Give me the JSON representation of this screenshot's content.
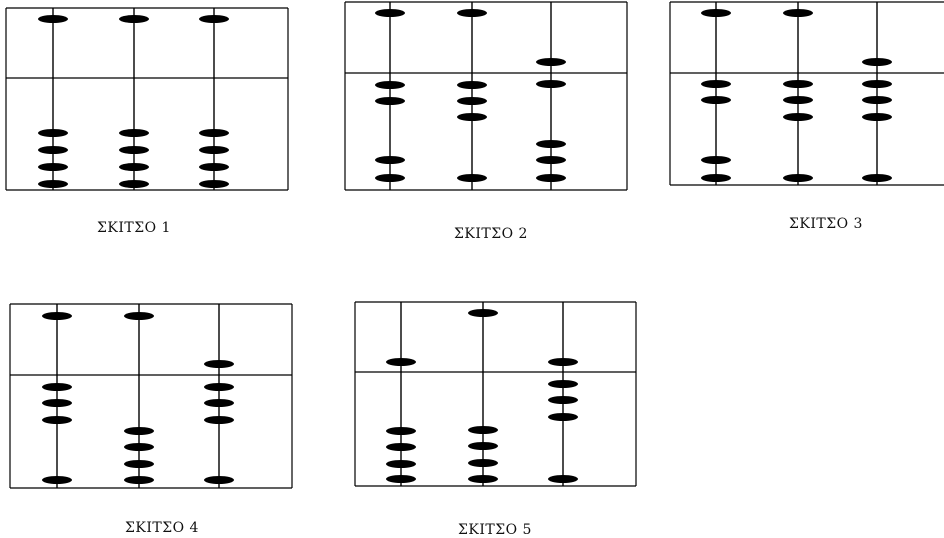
{
  "colors": {
    "frame": "#000000",
    "bead": "#000000",
    "background": "#ffffff"
  },
  "abaci": [
    {
      "caption": "ΣΚΙΤΣΟ 1",
      "rods": [
        {
          "upper": 1,
          "lower": 4
        },
        {
          "upper": 1,
          "lower": 4
        },
        {
          "upper": 1,
          "lower": 4
        }
      ]
    },
    {
      "caption": "ΣΚΙΤΣΟ 2",
      "rods": [
        {
          "upper": 1,
          "lower": 4
        },
        {
          "upper": 1,
          "lower": 4
        },
        {
          "upper": 1,
          "lower": 4
        }
      ]
    },
    {
      "caption": "ΣΚΙΤΣΟ 3",
      "rods": [
        {
          "upper": 1,
          "lower": 4
        },
        {
          "upper": 1,
          "lower": 4
        },
        {
          "upper": 1,
          "lower": 4
        }
      ]
    },
    {
      "caption": "ΣΚΙΤΣΟ 4",
      "rods": [
        {
          "upper": 1,
          "lower": 4
        },
        {
          "upper": 1,
          "lower": 4
        },
        {
          "upper": 1,
          "lower": 4
        }
      ]
    },
    {
      "caption": "ΣΚΙΤΣΟ 5",
      "rods": [
        {
          "upper": 1,
          "lower": 4
        },
        {
          "upper": 1,
          "lower": 4
        },
        {
          "upper": 1,
          "lower": 4
        }
      ]
    }
  ]
}
